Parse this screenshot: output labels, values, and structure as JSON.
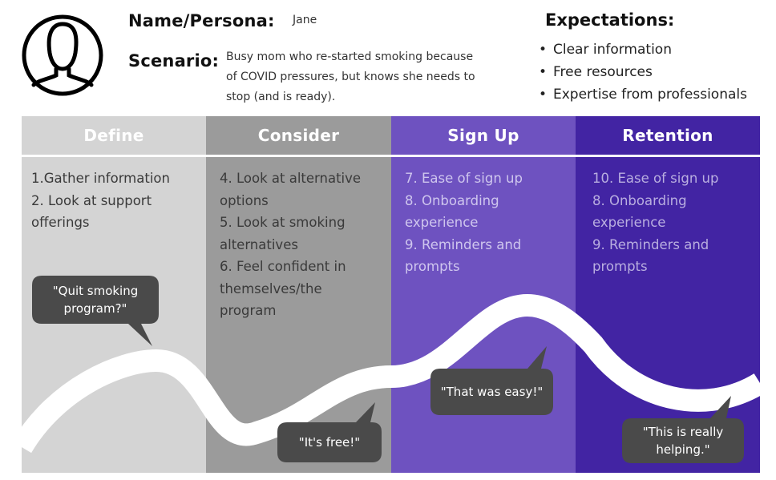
{
  "persona": {
    "name_label": "Name/Persona:",
    "name_value": "Jane",
    "scenario_label": "Scenario:",
    "scenario_lines": [
      "Busy mom who re-started smoking because",
      "of COVID pressures, but knows she needs to",
      "stop (and is ready)."
    ]
  },
  "expectations": {
    "title": "Expectations:",
    "items": [
      "Clear information",
      "Free resources",
      "Expertise from professionals"
    ]
  },
  "stages": [
    {
      "title": "Define",
      "color": "#d4d4d4",
      "text_color": "#3a3a3a",
      "steps": [
        "1.Gather information",
        "2. Look at support",
        "offerings"
      ]
    },
    {
      "title": "Consider",
      "color": "#9b9b9b",
      "text_color": "#3a3a3a",
      "steps": [
        "4. Look at alternative",
        "options",
        "5. Look at smoking",
        "alternatives",
        "6. Feel confident in",
        "themselves/the",
        "program"
      ]
    },
    {
      "title": "Sign Up",
      "color": "#6e52c0",
      "text_color": "#cfc6ee",
      "steps": [
        "7. Ease of sign up",
        "8. Onboarding",
        "experience",
        "9. Reminders and",
        "prompts"
      ]
    },
    {
      "title": "Retention",
      "color": "#4224a3",
      "text_color": "#b9aee0",
      "steps": [
        "10. Ease of sign up",
        "8. Onboarding",
        "experience",
        "9. Reminders and",
        "prompts"
      ]
    }
  ],
  "quotes": {
    "q1": [
      "\"Quit smoking",
      "program?\""
    ],
    "q2": "\"It's free!\"",
    "q3": "\"That was easy!\"",
    "q4": [
      "\"This is really",
      "helping.\""
    ]
  },
  "colors": {
    "bubble": "#4a4a4a",
    "journey_line": "#ffffff"
  }
}
